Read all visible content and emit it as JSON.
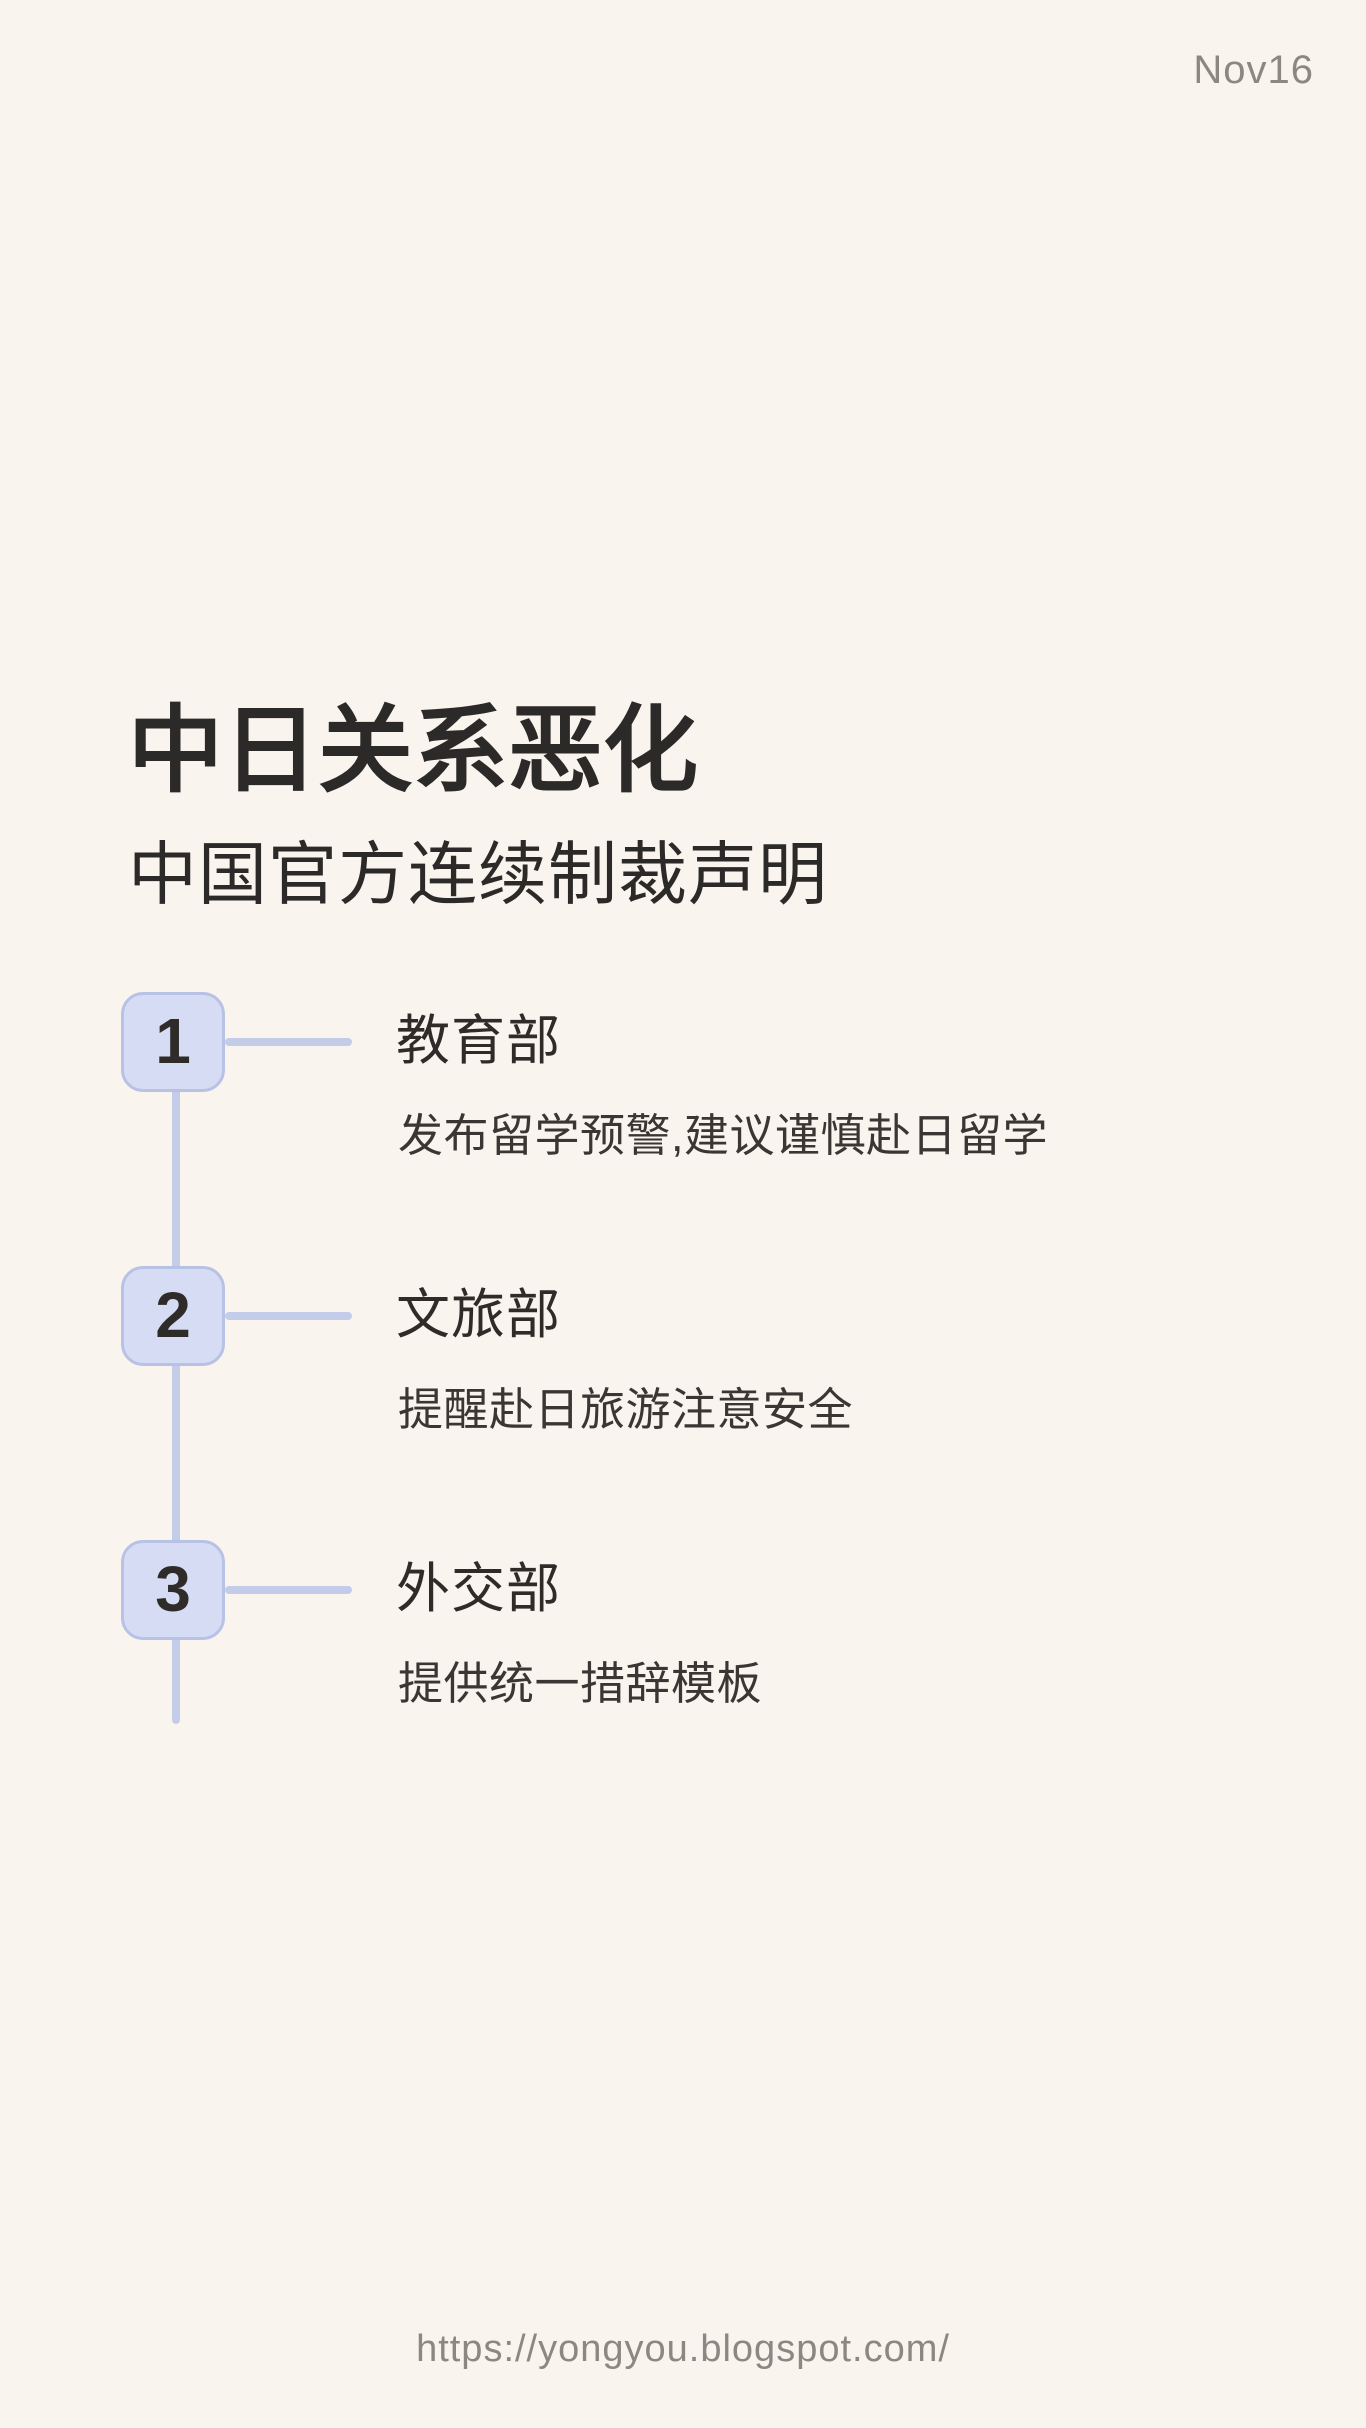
{
  "page": {
    "date_label": "Nov16",
    "footer_url": "https://yongyou.blogspot.com/"
  },
  "header": {
    "title": "中日关系恶化",
    "subtitle": "中国官方连续制裁声明"
  },
  "timeline": {
    "items": [
      {
        "number": "1",
        "title": "教育部",
        "description": "发布留学预警,建议谨慎赴日留学"
      },
      {
        "number": "2",
        "title": "文旅部",
        "description": "提醒赴日旅游注意安全"
      },
      {
        "number": "3",
        "title": "外交部",
        "description": "提供统一措辞模板"
      }
    ]
  },
  "colors": {
    "bg": "#faf4ef",
    "badge-fill": "#d5dcf3",
    "badge-border": "#b7c2e5",
    "line": "#c3cce9",
    "ink": "#2c2a28",
    "ink-soft": "#393633",
    "muted": "#8c8781"
  }
}
